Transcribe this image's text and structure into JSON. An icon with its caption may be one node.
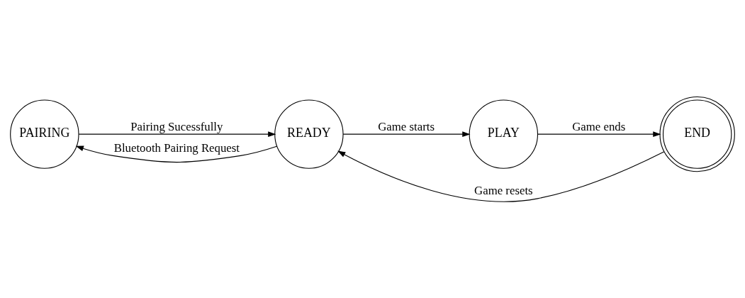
{
  "diagram": {
    "nodes": [
      {
        "text": [
          "PAIRING"
        ]
      },
      {
        "text": [
          "READY"
        ]
      },
      {
        "text": [
          "PLAY"
        ]
      },
      {
        "text": [
          "END"
        ]
      }
    ],
    "edges": [
      {
        "from": 0,
        "to": 1,
        "arrow": "to",
        "label": "Pairing Sucessfully"
      },
      {
        "from": 1,
        "to": 0,
        "arrow": "to",
        "label": "Bluetooth Pairing Request"
      },
      {
        "from": 1,
        "to": 2,
        "arrow": "to",
        "label": "Game starts"
      },
      {
        "from": 2,
        "to": 3,
        "arrow": "to",
        "label": "Game ends"
      },
      {
        "from": 3,
        "to": 1,
        "arrow": "to",
        "label": "Game resets"
      }
    ]
  }
}
